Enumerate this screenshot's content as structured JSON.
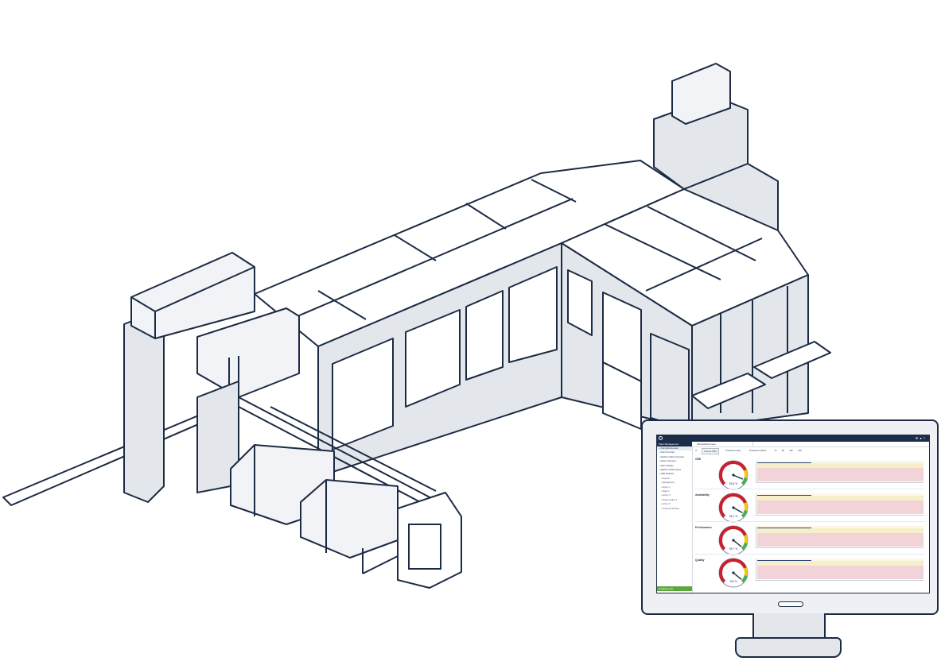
{
  "illustration": {
    "subject": "production-machine-line",
    "accent_color": "#1c2b44",
    "fill_color": "#e3e7ec"
  },
  "dashboard": {
    "title_bar_icons": [
      "settings-icon",
      "user-icon",
      "help-icon"
    ],
    "sidebar": {
      "header": "Plant Management",
      "items": [
        {
          "label": "Plant Effectiveness",
          "active": true
        },
        {
          "label": "Plant Overview",
          "active": false
        },
        {
          "label": "Machine Status Overview",
          "active": false
        },
        {
          "label": "Andon Overview",
          "active": false
        },
        {
          "label": "Alarm Display",
          "active": false
        },
        {
          "label": "Machine Performance",
          "active": false
        },
        {
          "label": "OEE Statistics",
          "active": false
        },
        {
          "label": "Reports",
          "active": false,
          "sub": true
        },
        {
          "label": "Management",
          "active": false,
          "sub": true
        },
        {
          "label": "Library 1",
          "active": false,
          "sub": true
        },
        {
          "label": "Stage 2",
          "active": false,
          "sub": true
        },
        {
          "label": "Library 3",
          "active": false,
          "sub": true
        },
        {
          "label": "Screen facility 4",
          "active": false,
          "sub": true
        },
        {
          "label": "Library 5",
          "active": false,
          "sub": true
        },
        {
          "label": "Customer Settings",
          "active": false,
          "sub": true
        }
      ],
      "bottom_status": "Installation OK"
    },
    "tab": "Plant Effectiveness",
    "toolbar": {
      "buttons": [
        "Current Shift",
        "Production Day",
        "Production Week",
        "1h",
        "8h",
        "12h",
        "24h"
      ],
      "selected": "Current Shift"
    },
    "kpis": [
      {
        "label": "OEE",
        "value_text": "93.8 %",
        "value": 93.8
      },
      {
        "label": "Availability",
        "value_text": "96.1 %",
        "value": 96.1
      },
      {
        "label": "Performance",
        "value_text": "99.7 %",
        "value": 99.7
      },
      {
        "label": "Quality",
        "value_text": "100 %",
        "value": 100
      }
    ],
    "colors": {
      "header": "#1c2d4a",
      "gauge_red": "#c8202e",
      "gauge_yellow": "#f0c419",
      "gauge_green": "#4caf50",
      "band_yellow": "#f6efc9",
      "band_red": "#f2d4d8",
      "status_green": "#5aa83a"
    }
  }
}
